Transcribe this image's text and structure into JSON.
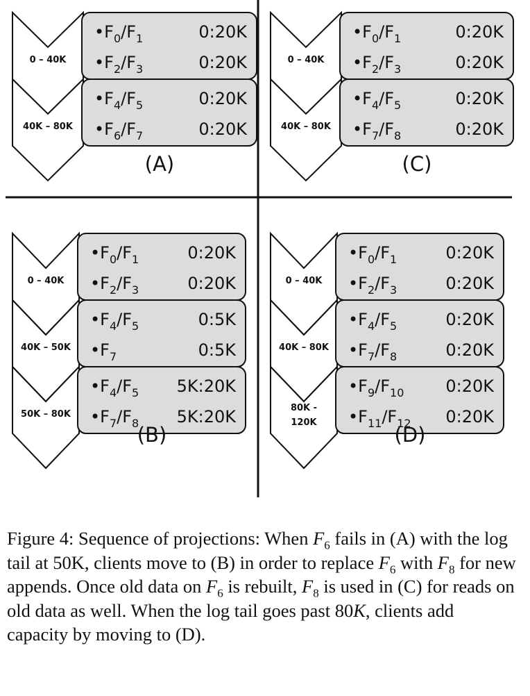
{
  "panels": [
    {
      "label": "(A)",
      "segments": [
        {
          "range": [
            "0 – 40K"
          ],
          "rows": [
            {
              "a": "0",
              "b": "1",
              "value": "0:20K"
            },
            {
              "a": "2",
              "b": "3",
              "value": "0:20K"
            }
          ]
        },
        {
          "range": [
            "40K – 80K"
          ],
          "rows": [
            {
              "a": "4",
              "b": "5",
              "value": "0:20K"
            },
            {
              "a": "6",
              "b": "7",
              "value": "0:20K"
            }
          ]
        }
      ]
    },
    {
      "label": "(C)",
      "segments": [
        {
          "range": [
            "0 – 40K"
          ],
          "rows": [
            {
              "a": "0",
              "b": "1",
              "value": "0:20K"
            },
            {
              "a": "2",
              "b": "3",
              "value": "0:20K"
            }
          ]
        },
        {
          "range": [
            "40K – 80K"
          ],
          "rows": [
            {
              "a": "4",
              "b": "5",
              "value": "0:20K"
            },
            {
              "a": "7",
              "b": "8",
              "value": "0:20K"
            }
          ]
        }
      ]
    },
    {
      "label": "(B)",
      "segments": [
        {
          "range": [
            "0 – 40K"
          ],
          "rows": [
            {
              "a": "0",
              "b": "1",
              "value": "0:20K"
            },
            {
              "a": "2",
              "b": "3",
              "value": "0:20K"
            }
          ]
        },
        {
          "range": [
            "40K – 50K"
          ],
          "rows": [
            {
              "a": "4",
              "b": "5",
              "value": "0:5K"
            },
            {
              "a": "7",
              "b": "",
              "value": "0:5K"
            }
          ]
        },
        {
          "range": [
            "50K – 80K"
          ],
          "rows": [
            {
              "a": "4",
              "b": "5",
              "value": "5K:20K"
            },
            {
              "a": "7",
              "b": "8",
              "value": "5K:20K"
            }
          ]
        }
      ]
    },
    {
      "label": "(D)",
      "segments": [
        {
          "range": [
            "0 – 40K"
          ],
          "rows": [
            {
              "a": "0",
              "b": "1",
              "value": "0:20K"
            },
            {
              "a": "2",
              "b": "3",
              "value": "0:20K"
            }
          ]
        },
        {
          "range": [
            "40K – 80K"
          ],
          "rows": [
            {
              "a": "4",
              "b": "5",
              "value": "0:20K"
            },
            {
              "a": "7",
              "b": "8",
              "value": "0:20K"
            }
          ]
        },
        {
          "range": [
            "80K -",
            "120K"
          ],
          "rows": [
            {
              "a": "9",
              "b": "10",
              "value": "0:20K"
            },
            {
              "a": "11",
              "b": "12",
              "value": "0:20K"
            }
          ]
        }
      ]
    }
  ],
  "caption": {
    "p1": "Figure 4: Sequence of projections: When ",
    "p2": " fails in (A) with the log tail at 50K, clients move to (B) in order to replace ",
    "p3": " with ",
    "p4": " for new appends. Once old data on ",
    "p5": " is rebuilt, ",
    "p6": " is used in (C) for reads on old data as well. When the log tail goes past ",
    "p7": ", clients add capacity by moving to (D).",
    "sym_F": "F",
    "sub_6": "6",
    "sub_8": "8",
    "num80": "80",
    "sym_K": "K"
  },
  "colors": {
    "box_fill": "#dcdcdc",
    "stroke": "#111111",
    "chevron_fill": "#ffffff",
    "text": "#111111"
  }
}
